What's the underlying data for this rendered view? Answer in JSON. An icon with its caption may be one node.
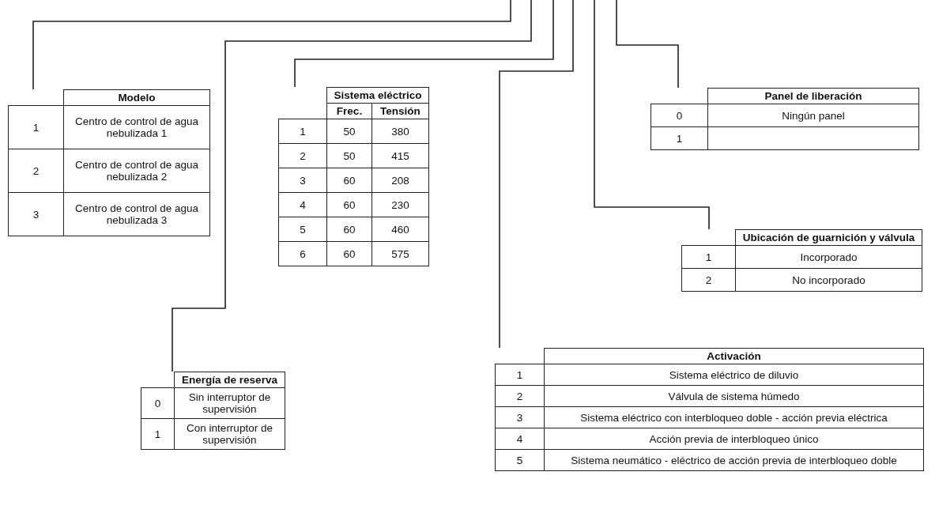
{
  "diagram": {
    "nodes": [
      {
        "text": [
          "Modelo",
          "1",
          "Centro de control de agua nebulizada 1",
          "2",
          "Centro de control de agua nebulizada 2",
          "3",
          "Centro de control de agua nebulizada 3"
        ]
      },
      {
        "text": [
          "Energía de reserva",
          "0",
          "Sin interruptor de supervisión",
          "1",
          "Con interruptor de supervisión"
        ]
      },
      {
        "text": [
          "Sistema eléctrico",
          "Frec.",
          "Tensión",
          "1",
          "50",
          "380",
          "2",
          "50",
          "415",
          "3",
          "60",
          "208",
          "4",
          "60",
          "230",
          "5",
          "60",
          "460",
          "6",
          "60",
          "575"
        ]
      },
      {
        "text": [
          "Activación",
          "1",
          "Sistema eléctrico de diluvio",
          "2",
          "Válvula de sistema húmedo",
          "3",
          "Sistema eléctrico con interbloqueo doble - acción previa eléctrica",
          "4",
          "Acción previa de interbloqueo único",
          "5",
          "Sistema neumático - eléctrico de acción previa de interbloqueo doble"
        ]
      },
      {
        "text": [
          "Ubicación de guarnición y válvula",
          "1",
          "Incorporado",
          "2",
          "No incorporado"
        ]
      },
      {
        "text": [
          "Panel de liberación",
          "0",
          "Ningún panel",
          "1"
        ]
      }
    ],
    "edges": [
      {
        "from": null,
        "to": 0,
        "arrow": "none"
      },
      {
        "from": null,
        "to": 1,
        "arrow": "none"
      },
      {
        "from": null,
        "to": 2,
        "arrow": "none"
      },
      {
        "from": null,
        "to": 3,
        "arrow": "none"
      },
      {
        "from": null,
        "to": 4,
        "arrow": "none"
      },
      {
        "from": null,
        "to": 5,
        "arrow": "none"
      }
    ]
  }
}
